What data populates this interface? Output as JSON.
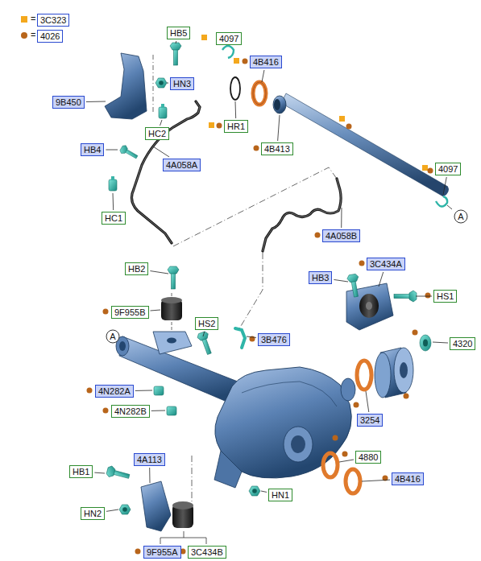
{
  "diagram": {
    "nodes": [
      {
        "text": [
          "HB5"
        ]
      },
      {
        "text": [
          "4097"
        ]
      },
      {
        "text": [
          "4B416"
        ]
      },
      {
        "text": [
          "HN3"
        ]
      },
      {
        "text": [
          "9B450"
        ]
      },
      {
        "text": [
          "HR1"
        ]
      },
      {
        "text": [
          "HC2"
        ]
      },
      {
        "text": [
          "4B413"
        ]
      },
      {
        "text": [
          "HB4"
        ]
      },
      {
        "text": [
          "4A058A"
        ]
      },
      {
        "text": [
          "4097"
        ]
      },
      {
        "text": [
          "HC1"
        ]
      },
      {
        "text": [
          "A"
        ]
      },
      {
        "text": [
          "4A058B"
        ]
      },
      {
        "text": [
          "3C434A"
        ]
      },
      {
        "text": [
          "HB2"
        ]
      },
      {
        "text": [
          "HB3"
        ]
      },
      {
        "text": [
          "HS1"
        ]
      },
      {
        "text": [
          "9F955B"
        ]
      },
      {
        "text": [
          "HS2"
        ]
      },
      {
        "text": [
          "3B476"
        ]
      },
      {
        "text": [
          "A"
        ]
      },
      {
        "text": [
          "4320"
        ]
      },
      {
        "text": [
          "4N282A"
        ]
      },
      {
        "text": [
          "4N282B"
        ]
      },
      {
        "text": [
          "3254"
        ]
      },
      {
        "text": [
          "4880"
        ]
      },
      {
        "text": [
          "4A113"
        ]
      },
      {
        "text": [
          "HB1"
        ]
      },
      {
        "text": [
          "4B416"
        ]
      },
      {
        "text": [
          "HN1"
        ]
      },
      {
        "text": [
          "HN2"
        ]
      },
      {
        "text": [
          "9F955A"
        ]
      },
      {
        "text": [
          "3C434B"
        ]
      }
    ],
    "labels": [
      "=",
      "="
    ],
    "legend": [
      {
        "text": "3C323",
        "color": "#f4a81d"
      },
      {
        "text": "4026",
        "color": "#b8651b"
      }
    ]
  }
}
